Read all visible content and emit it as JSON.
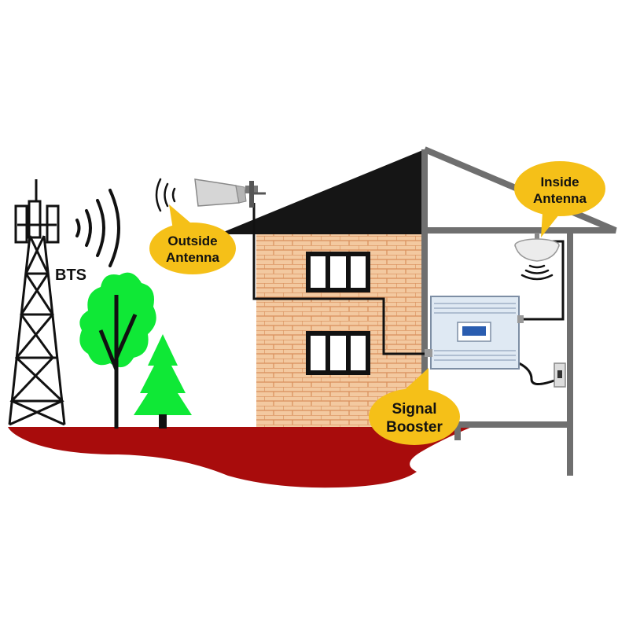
{
  "labels": {
    "bts": "BTS",
    "outside_antenna": [
      "Outside",
      "Antenna"
    ],
    "inside_antenna": [
      "Inside",
      "Antenna"
    ],
    "signal_booster": [
      "Signal",
      "Booster"
    ]
  },
  "colors": {
    "ground": "#a80c0c",
    "roof": "#151515",
    "brick_fill": "#f3c9a0",
    "brick_line": "#d98f5b",
    "tree": "#0fe836",
    "trunk": "#111111",
    "callout": "#f5c018",
    "house_outline": "#6f6f6f",
    "cable": "#111111",
    "booster_body": "#dfe9f3",
    "booster_screen": "#2a5db0"
  },
  "icons": [
    "cell-tower-icon",
    "signal-wave-icon",
    "panel-antenna-icon",
    "ceiling-antenna-icon",
    "signal-booster-icon",
    "power-outlet-icon"
  ]
}
